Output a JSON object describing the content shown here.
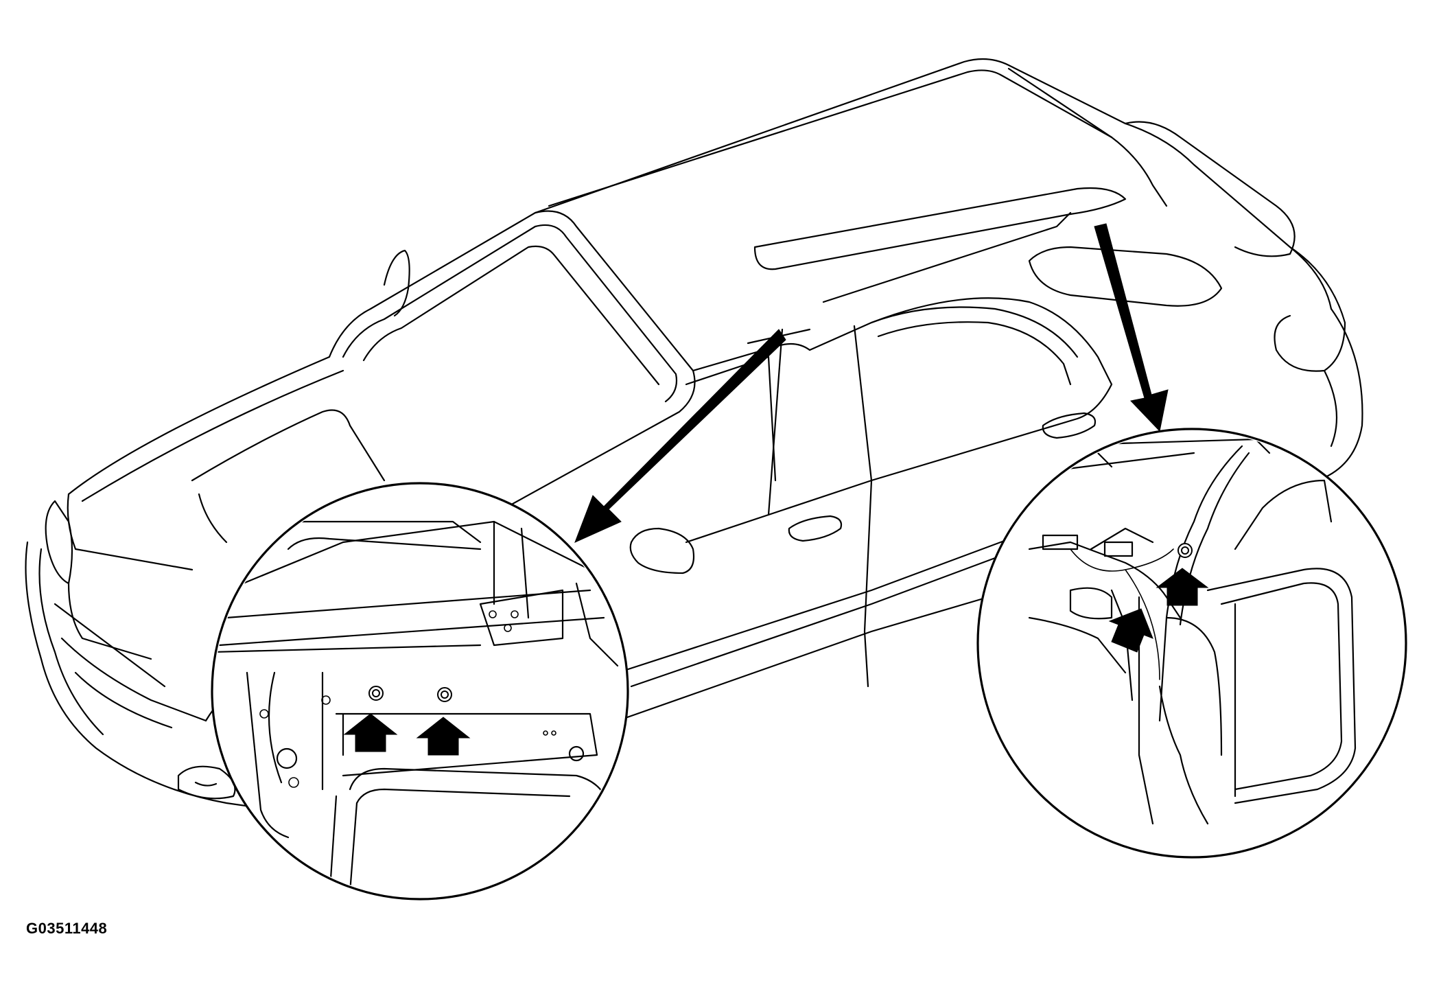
{
  "figure": {
    "id_label": "G03511448",
    "subject": "vehicle-line-drawing",
    "callouts": [
      {
        "name": "front-roof-rail-detail",
        "fasteners": 2,
        "arrows": 2
      },
      {
        "name": "rear-roof-rail-detail",
        "fasteners": 1,
        "arrows": 2
      }
    ],
    "colors": {
      "line": "#000000",
      "background": "#ffffff",
      "arrow": "#000000"
    }
  }
}
